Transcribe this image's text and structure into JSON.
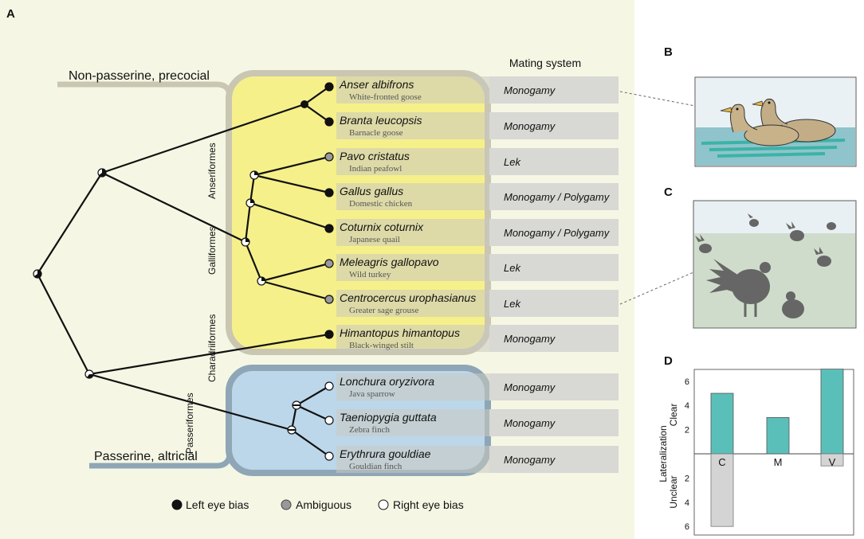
{
  "panels": {
    "a": "A",
    "b": "B",
    "c": "C",
    "d": "D"
  },
  "group_labels": {
    "precocial": "Non-passerine, precocial",
    "altricial": "Passerine, altricial"
  },
  "column_header": "Mating system",
  "orders": [
    "Anseriformes",
    "Galliformes",
    "Charadriiformes",
    "Passeriformes"
  ],
  "species": [
    {
      "name": "Anser albifrons",
      "common": "White-fronted goose",
      "mating": "Monogamy",
      "eye": "left"
    },
    {
      "name": "Branta leucopsis",
      "common": "Barnacle goose",
      "mating": "Monogamy",
      "eye": "left"
    },
    {
      "name": "Pavo cristatus",
      "common": "Indian peafowl",
      "mating": "Lek",
      "eye": "ambiguous"
    },
    {
      "name": "Gallus gallus",
      "common": "Domestic chicken",
      "mating": "Monogamy / Polygamy",
      "eye": "left"
    },
    {
      "name": "Coturnix coturnix",
      "common": "Japanese quail",
      "mating": "Monogamy / Polygamy",
      "eye": "left"
    },
    {
      "name": "Meleagris gallopavo",
      "common": "Wild turkey",
      "mating": "Lek",
      "eye": "ambiguous"
    },
    {
      "name": "Centrocercus urophasianus",
      "common": "Greater sage grouse",
      "mating": "Lek",
      "eye": "ambiguous"
    },
    {
      "name": "Himantopus himantopus",
      "common": "Black-winged stilt",
      "mating": "Monogamy",
      "eye": "left"
    },
    {
      "name": "Lonchura oryzivora",
      "common": "Java sparrow",
      "mating": "Monogamy",
      "eye": "right"
    },
    {
      "name": "Taeniopygia guttata",
      "common": "Zebra finch",
      "mating": "Monogamy",
      "eye": "right"
    },
    {
      "name": "Erythrura gouldiae",
      "common": "Gouldian finch",
      "mating": "Monogamy",
      "eye": "right"
    }
  ],
  "legend": [
    {
      "label": "Left eye bias",
      "kind": "left",
      "color": "#111111"
    },
    {
      "label": "Ambiguous",
      "kind": "ambiguous",
      "color": "#999999"
    },
    {
      "label": "Right eye bias",
      "kind": "right",
      "color": "#ffffff"
    }
  ],
  "colors": {
    "precocial_box": "#f6f08a",
    "altricial_box": "#bcd7ea",
    "bar_clear": "#5bbfb9",
    "bar_unclear": "#d4d4d4",
    "tree_bg": "#f5f7e4"
  },
  "chart_data": {
    "type": "bar",
    "categories": [
      "C",
      "M",
      "V"
    ],
    "series": [
      {
        "name": "Clear",
        "values": [
          5,
          3,
          7
        ]
      },
      {
        "name": "Unclear",
        "values": [
          6,
          0,
          1
        ]
      }
    ],
    "ylabel": "Lateralization",
    "upper_label": "Clear",
    "lower_label": "Unclear",
    "yticks_up": [
      "2",
      "4",
      "6"
    ],
    "yticks_down": [
      "2",
      "4",
      "6"
    ],
    "ylim": [
      -7,
      7
    ]
  }
}
